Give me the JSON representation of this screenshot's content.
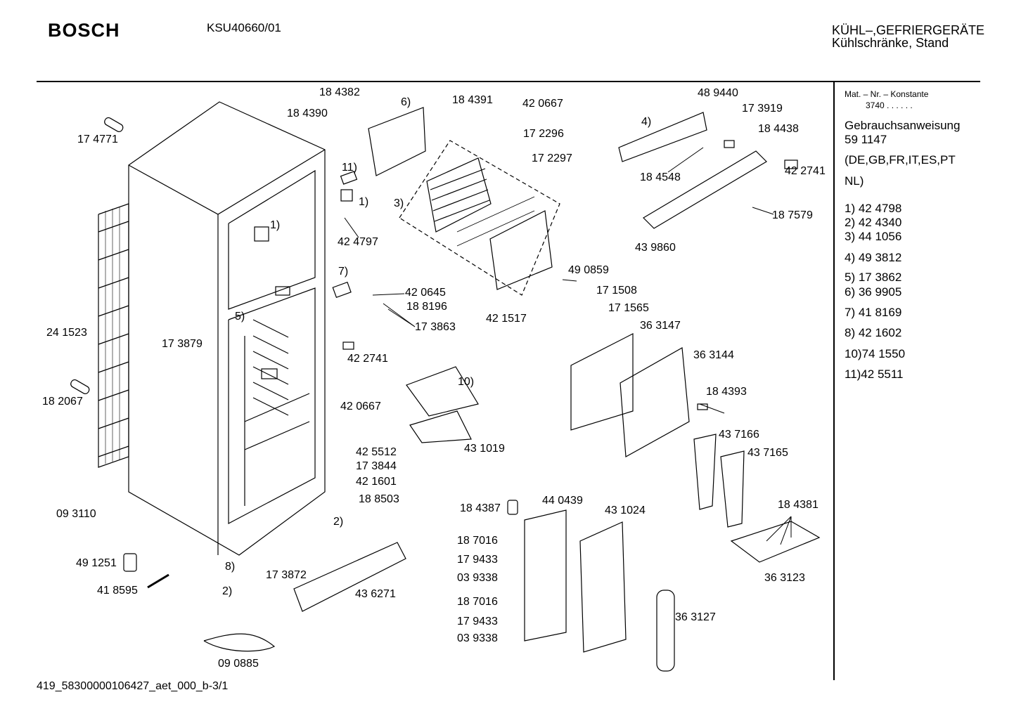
{
  "header": {
    "brand": "BOSCH",
    "model": "KSU40660/01",
    "category_line1": "KÜHL–,GEFRIERGERÄTE",
    "category_line2": "Kühlschränke, Stand"
  },
  "sidebar": {
    "mat_label": "Mat. – Nr. – Konstante",
    "mat_value": "3740  .  .    .  .  .  .",
    "manual_label": "Gebrauchsanweisung",
    "manual_number": "59 1147",
    "languages_line1": "(DE,GB,FR,IT,ES,PT",
    "languages_line2": "NL)",
    "refs": [
      "1)  42 4798",
      "2)  42 4340",
      "3)  44 1056",
      "4)  49 3812",
      "5)  17 3862",
      "6)  36 9905",
      "7)  41 8169",
      "8)  42 1602",
      "10)74 1550",
      "11)42 5511"
    ]
  },
  "parts": [
    "17 4771",
    "24 1523",
    "18 2067",
    "09 3110",
    "49 1251",
    "41 8595",
    "18 4382",
    "18 4390",
    "6)",
    "11)",
    "1)",
    "1)",
    "42 4797",
    "3)",
    "18 4391",
    "42 0667",
    "17 2296",
    "17 2297",
    "48 9440",
    "17 3919",
    "18 4438",
    "4)",
    "18 4548",
    "42 2741",
    "18 7579",
    "43 9860",
    "7)",
    "42 0645",
    "18 8196",
    "17 3863",
    "5)",
    "17 3879",
    "42 2741",
    "49 0859",
    "17 1508",
    "17 1565",
    "42 1517",
    "36 3147",
    "36 3144",
    "18 4393",
    "10)",
    "42 0667",
    "43 1019",
    "42 5512",
    "17 3844",
    "42 1601",
    "18 8503",
    "2)",
    "8)",
    "2)",
    "17 3872",
    "43 6271",
    "09 0885",
    "18 4387",
    "44 0439",
    "43 1024",
    "18 7016",
    "17 9433",
    "03 9338",
    "18 7016",
    "17 9433",
    "03 9338",
    "36 3127",
    "43 7166",
    "43 7165",
    "18 4381",
    "36 3123"
  ],
  "footer": "419_58300000106427_aet_000_b-3/1"
}
